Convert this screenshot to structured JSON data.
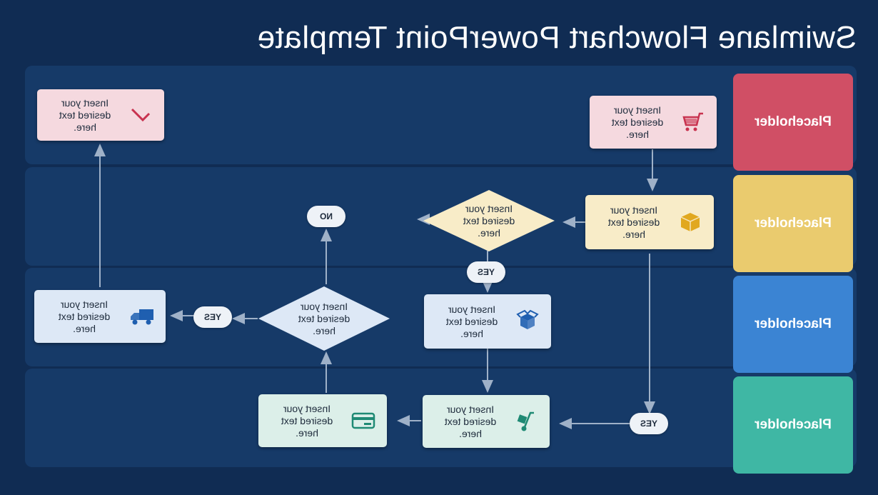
{
  "title": "Swimlane Flowchart PowerPoint Template",
  "lanes": [
    {
      "label": "Placeholder",
      "color": "#d04f65",
      "text_color": "#ffffff"
    },
    {
      "label": "Placeholder",
      "color": "#eacb6e",
      "text_color": "#ffffff"
    },
    {
      "label": "Placeholder",
      "color": "#3b84d3",
      "text_color": "#ffffff"
    },
    {
      "label": "Placeholder",
      "color": "#3fb7a4",
      "text_color": "#ffffff"
    }
  ],
  "nodes": {
    "cart": {
      "lines": [
        "Insert your",
        "desired text",
        "here."
      ],
      "icon": "shopping-cart-icon",
      "fill": "#f5d9df",
      "icon_color": "#c8324f"
    },
    "package": {
      "lines": [
        "Insert your",
        "desired text",
        "here."
      ],
      "icon": "package-icon",
      "fill": "#f8ecc8",
      "icon_color": "#e1a81f"
    },
    "boxes": {
      "lines": [
        "Insert your",
        "desired text",
        "here."
      ],
      "icon": "boxes-icon",
      "fill": "#dde8f6",
      "icon_color": "#1f5fb0"
    },
    "dolly": {
      "lines": [
        "Insert your",
        "desired text",
        "here."
      ],
      "icon": "hand-truck-icon",
      "fill": "#dcefe9",
      "icon_color": "#1f8a74"
    },
    "card": {
      "lines": [
        "Insert your",
        "desired text",
        "here."
      ],
      "icon": "credit-card-icon",
      "fill": "#dcefe9",
      "icon_color": "#1f8a74"
    },
    "truck": {
      "lines": [
        "Insert your",
        "desired text",
        "here."
      ],
      "icon": "delivery-truck-icon",
      "fill": "#dde8f6",
      "icon_color": "#1f5fb0"
    },
    "done": {
      "lines": [
        "Insert your",
        "desired text",
        "here."
      ],
      "icon": "checkmark-icon",
      "fill": "#f5d9df",
      "icon_color": "#c8324f"
    }
  },
  "decisions": {
    "top": {
      "lines": [
        "Insert your",
        "desired text",
        "here."
      ],
      "fill": "#f8ecc8"
    },
    "middle": {
      "lines": [
        "Insert your",
        "desired text",
        "here."
      ],
      "fill": "#dde8f6"
    }
  },
  "pills": {
    "no": "NO",
    "yes_top": "YES",
    "yes_middle": "YES",
    "yes_bottom": "YES"
  },
  "connector_color": "#9fb1c8"
}
